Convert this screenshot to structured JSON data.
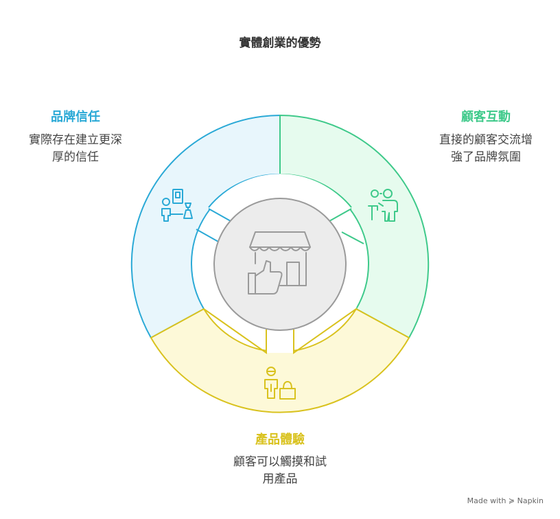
{
  "title": "實體創業的優勢",
  "segments": {
    "brand_trust": {
      "title": "品牌信任",
      "description": "實際存在建立更深\n厚的信任",
      "color": "#2aa9d6",
      "fill": "#e8f6fc",
      "icon": "person-with-certificate-icon"
    },
    "customer_interaction": {
      "title": "顧客互動",
      "description": "直接的顧客交流增\n強了品牌氛圍",
      "color": "#3ec98a",
      "fill": "#e6fbee",
      "icon": "people-conversation-icon"
    },
    "product_experience": {
      "title": "產品體驗",
      "description": "顧客可以觸摸和試\n用產品",
      "color": "#d9c21e",
      "fill": "#fdf9d8",
      "icon": "shopper-with-bag-icon"
    }
  },
  "center": {
    "icon": "storefront-thumbs-up-icon",
    "color": "#9a9a9a",
    "fill": "#ececec"
  },
  "footer": "Made with ≽ Napkin"
}
